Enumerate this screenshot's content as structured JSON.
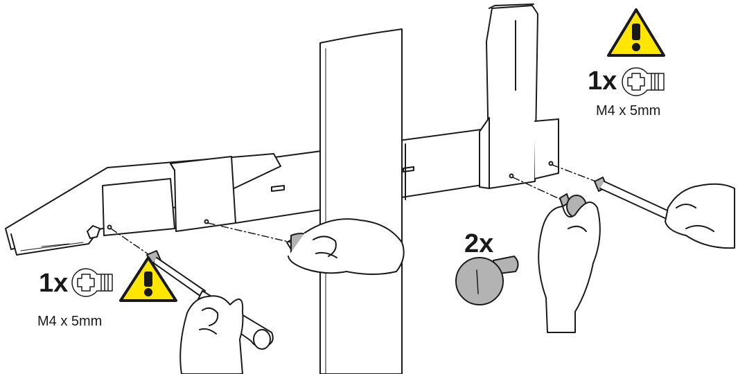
{
  "colors": {
    "line": "#1a1a1a",
    "warning_fill": "#ffe600",
    "screw_fill": "#ffffff",
    "knob_fill": "#b3b3b3",
    "skin_fill": "#ffffff"
  },
  "icons": [
    "warning-icon",
    "screw-icon",
    "thumb-screw-icon",
    "screwdriver-icon",
    "hand-icon"
  ],
  "callouts": {
    "left": {
      "quantity": "1x",
      "spec": "M4 x 5mm"
    },
    "right": {
      "quantity": "1x",
      "spec": "M4 x 5mm"
    },
    "knob": {
      "quantity": "2x"
    }
  }
}
